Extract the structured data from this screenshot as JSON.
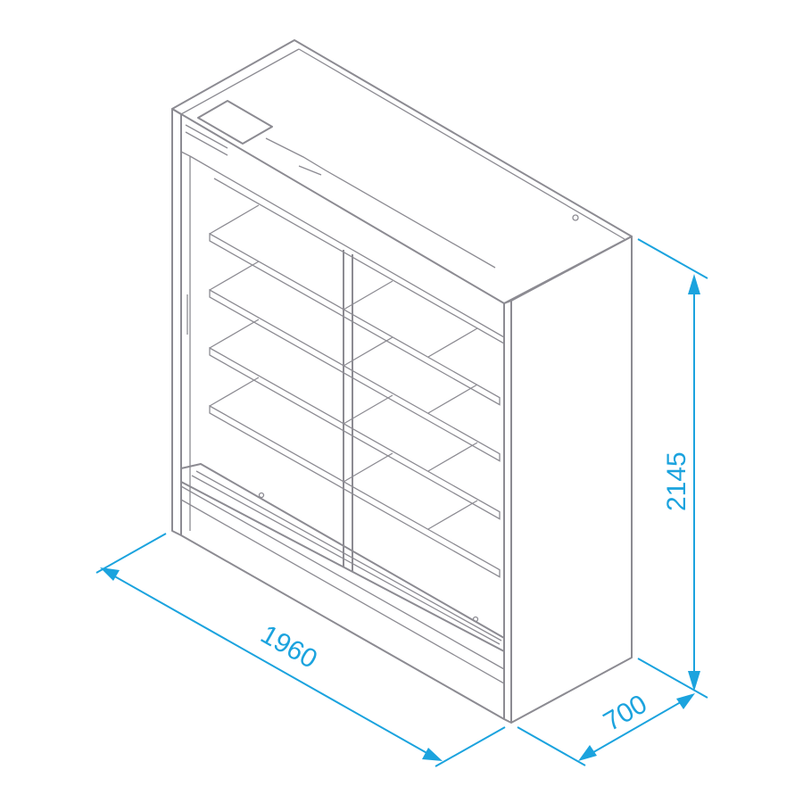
{
  "dimensions": {
    "width": "1960",
    "height": "2145",
    "depth": "700"
  },
  "colors": {
    "outline": "#8c8b92",
    "dimension": "#1ba3de"
  }
}
